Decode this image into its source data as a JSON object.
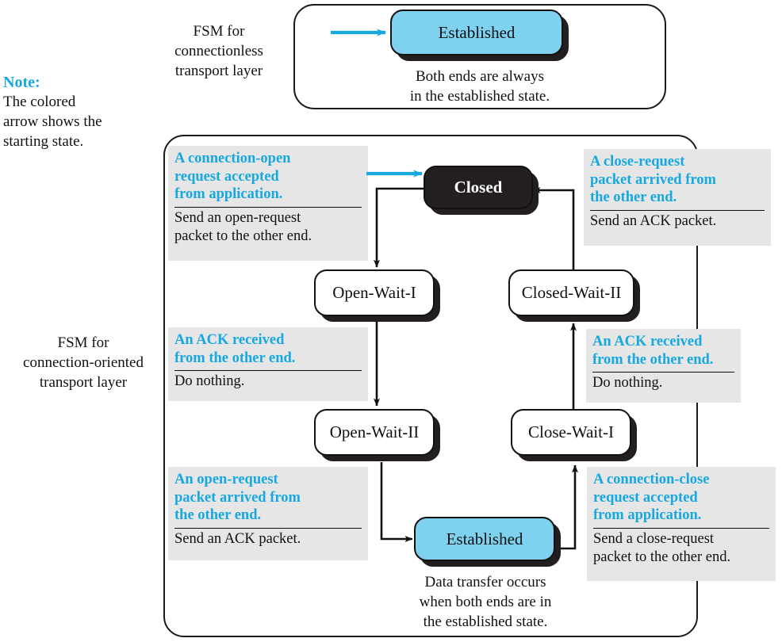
{
  "note": {
    "title": "Note:",
    "lines": [
      "The colored",
      "arrow shows the",
      "starting state."
    ]
  },
  "labels": {
    "connectionless": [
      "FSM for",
      "connectionless",
      "transport layer"
    ],
    "connection_oriented": [
      "FSM for",
      "connection-oriented",
      "transport layer"
    ]
  },
  "colors": {
    "accent": "#17A8E0",
    "state_blue": "#7FD1F0",
    "state_black": "#231f20",
    "annotation_bg": "#e6e6e6",
    "outline": "#111111"
  },
  "connectionless_panel": {
    "state": "Established",
    "caption": [
      "Both ends are always",
      "in the established state."
    ],
    "start_arrow": "start-arrow-icon"
  },
  "connection_oriented_panel": {
    "states": [
      {
        "id": "closed",
        "label": "Closed",
        "style": "black"
      },
      {
        "id": "open-wait-i",
        "label": "Open-Wait-I",
        "style": "white"
      },
      {
        "id": "closed-wait-ii",
        "label": "Closed-Wait-II",
        "style": "white"
      },
      {
        "id": "open-wait-ii",
        "label": "Open-Wait-II",
        "style": "white"
      },
      {
        "id": "close-wait-i",
        "label": "Close-Wait-I",
        "style": "white"
      },
      {
        "id": "established",
        "label": "Established",
        "style": "blue"
      }
    ],
    "annotations": [
      {
        "id": "ann-connection-open",
        "condition": [
          "A connection-open",
          "request accepted",
          "from application."
        ],
        "action": [
          "Send an open-request",
          "packet to the other end."
        ]
      },
      {
        "id": "ann-close-request-arrived",
        "condition": [
          "A close-request",
          "packet arrived from",
          "the other end."
        ],
        "action": [
          "Send an ACK packet."
        ]
      },
      {
        "id": "ann-ack-received-left",
        "condition": [
          "An ACK received",
          "from the other end."
        ],
        "action": [
          "Do nothing."
        ]
      },
      {
        "id": "ann-ack-received-right",
        "condition": [
          "An ACK received",
          "from the other end."
        ],
        "action": [
          "Do nothing."
        ]
      },
      {
        "id": "ann-open-request-arrived",
        "condition": [
          "An open-request",
          "packet arrived from",
          "the other end."
        ],
        "action": [
          "Send an ACK packet."
        ]
      },
      {
        "id": "ann-connection-close",
        "condition": [
          "A connection-close",
          "request accepted",
          "from application."
        ],
        "action": [
          "Send a close-request",
          "packet to the other end."
        ]
      }
    ],
    "caption": [
      "Data transfer occurs",
      "when both ends are in",
      "the established state."
    ],
    "start_arrow": "start-arrow-icon"
  }
}
